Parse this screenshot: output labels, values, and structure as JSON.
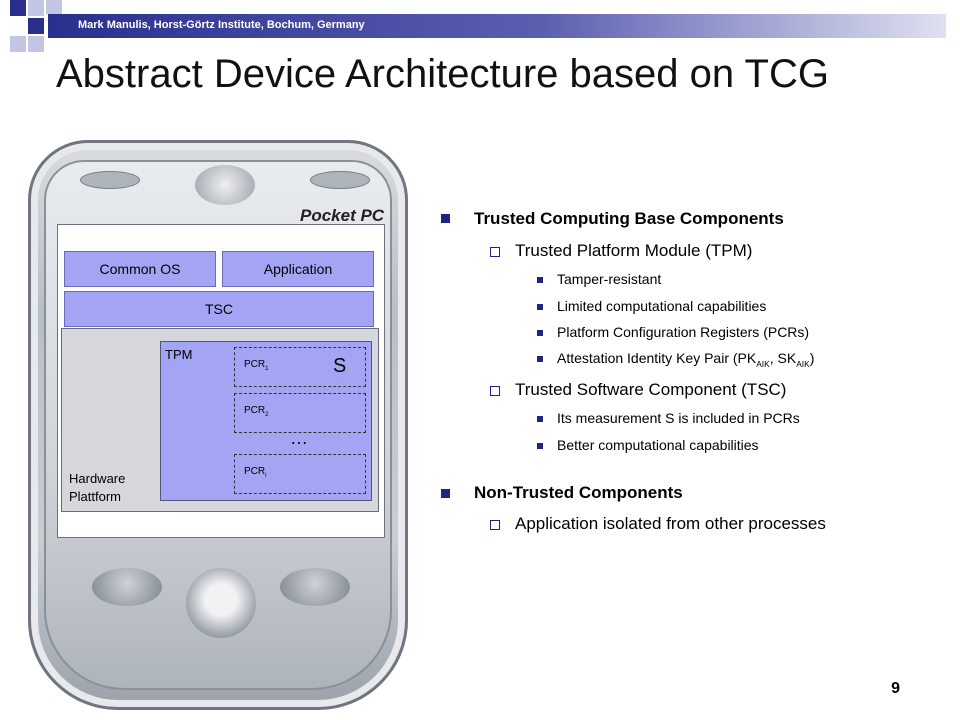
{
  "header": {
    "author": "Mark Manulis, Horst-Görtz Institute, Bochum, Germany"
  },
  "slide": {
    "title": "Abstract Device Architecture based on TCG",
    "page_number": "9"
  },
  "diagram": {
    "brand": "Pocket PC",
    "common_os": "Common OS",
    "application": "Application",
    "tsc": "TSC",
    "hardware_line1": "Hardware",
    "hardware_line2": "Plattform",
    "tpm": "TPM",
    "pcr": "PCR",
    "pcr1_sub": "1",
    "pcr2_sub": "2",
    "pcri_sub": "i",
    "s_label": "S",
    "ellipsis": "…"
  },
  "bullets": {
    "tcb": "Trusted Computing Base Components",
    "tpm_item": "Trusted Platform Module (TPM)",
    "tamper": "Tamper-resistant",
    "limited": "Limited computational capabilities",
    "pcrs": "Platform Configuration Registers (PCRs)",
    "aik_prefix": "Attestation Identity Key Pair (PK",
    "aik_sub": "AIK",
    "aik_mid": ", SK",
    "aik_suffix": ")",
    "tsc_item": "Trusted Software Component (TSC)",
    "measurement": "Its measurement S is included in PCRs",
    "better": "Better computational capabilities",
    "non_trusted": "Non-Trusted Components",
    "isolated": "Application isolated from other processes"
  },
  "colors": {
    "accent": "#1f2480",
    "box_fill": "#a4a4f4"
  }
}
